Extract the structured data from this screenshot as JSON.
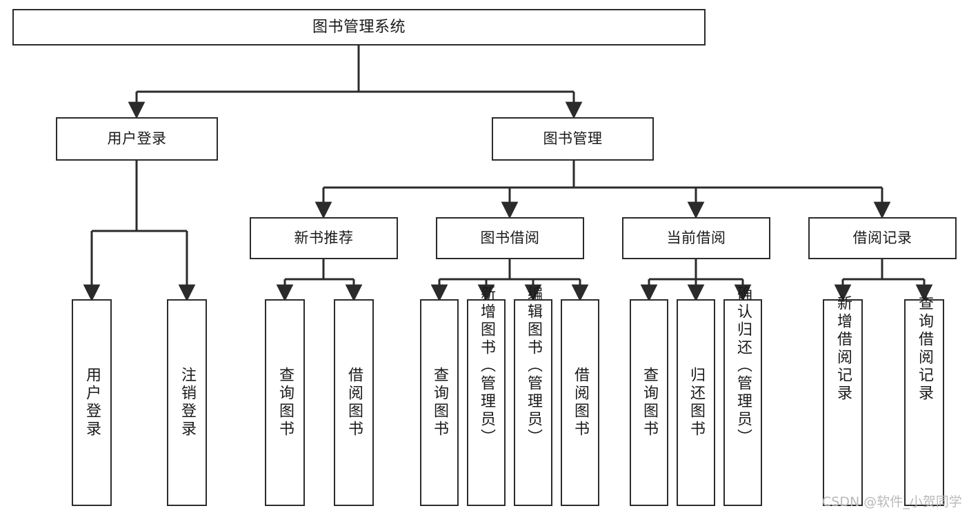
{
  "diagram": {
    "title": "图书管理系统",
    "type": "tree",
    "stroke_color": "#2b2b2b",
    "fill_color": "#ffffff",
    "text_color": "#1a1a1a",
    "levels": {
      "root": [
        "图书管理系统"
      ],
      "level2": [
        "用户登录",
        "图书管理"
      ],
      "level3": [
        "新书推荐",
        "图书借阅",
        "当前借阅",
        "借阅记录"
      ],
      "leaves": [
        "用户登录",
        "注销登录",
        "查询图书",
        "借阅图书",
        "查询图书",
        "新增图书（管理员）",
        "编辑图书（管理员）",
        "借阅图书",
        "查询图书",
        "归还图书",
        "确认归还（管理员）",
        "新增借阅记录",
        "查询借阅记录"
      ]
    },
    "nodes": {
      "root": {
        "label": "图书管理系统"
      },
      "user_login": {
        "label": "用户登录"
      },
      "book_manage": {
        "label": "图书管理"
      },
      "new_book_rec": {
        "label": "新书推荐"
      },
      "book_borrow": {
        "label": "图书借阅"
      },
      "current_borrow": {
        "label": "当前借阅"
      },
      "borrow_record": {
        "label": "借阅记录"
      },
      "leaf_user_login": {
        "label": "用户登录"
      },
      "leaf_logout": {
        "label": "注销登录"
      },
      "leaf_query_book_1": {
        "label": "查询图书"
      },
      "leaf_borrow_book_1": {
        "label": "借阅图书"
      },
      "leaf_query_book_2": {
        "label": "查询图书"
      },
      "leaf_add_book": {
        "label": "新增图书（管理员）"
      },
      "leaf_edit_book": {
        "label": "编辑图书（管理员）"
      },
      "leaf_borrow_book_2": {
        "label": "借阅图书"
      },
      "leaf_query_book_3": {
        "label": "查询图书"
      },
      "leaf_return_book": {
        "label": "归还图书"
      },
      "leaf_confirm_return": {
        "label": "确认归还（管理员）"
      },
      "leaf_add_record": {
        "label": "新增借阅记录"
      },
      "leaf_query_record": {
        "label": "查询借阅记录"
      }
    }
  },
  "watermark": {
    "text": "CSDN @软件_小贺同学"
  }
}
